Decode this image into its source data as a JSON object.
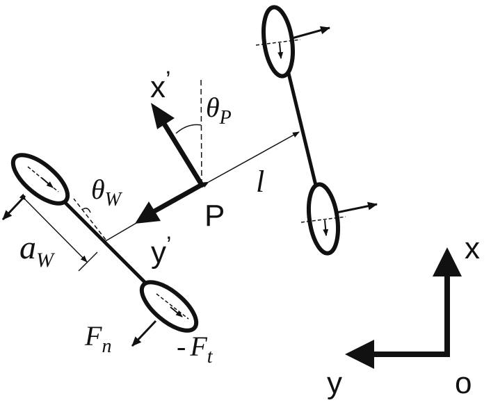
{
  "labels": {
    "x_prime": "x",
    "y_prime": "y",
    "prime_mark": "’",
    "theta": "θ",
    "theta_p_sub": "P",
    "theta_w_sub": "W",
    "point_p": "P",
    "length_l": "l",
    "a": "a",
    "a_sub": "W",
    "f": "F",
    "fn_sub": "n",
    "ft_prefix": "-",
    "ft_sub": "t",
    "world_x": "x",
    "world_y": "y",
    "origin": "o"
  },
  "colors": {
    "ink": "#111111",
    "background": "#ffffff"
  }
}
